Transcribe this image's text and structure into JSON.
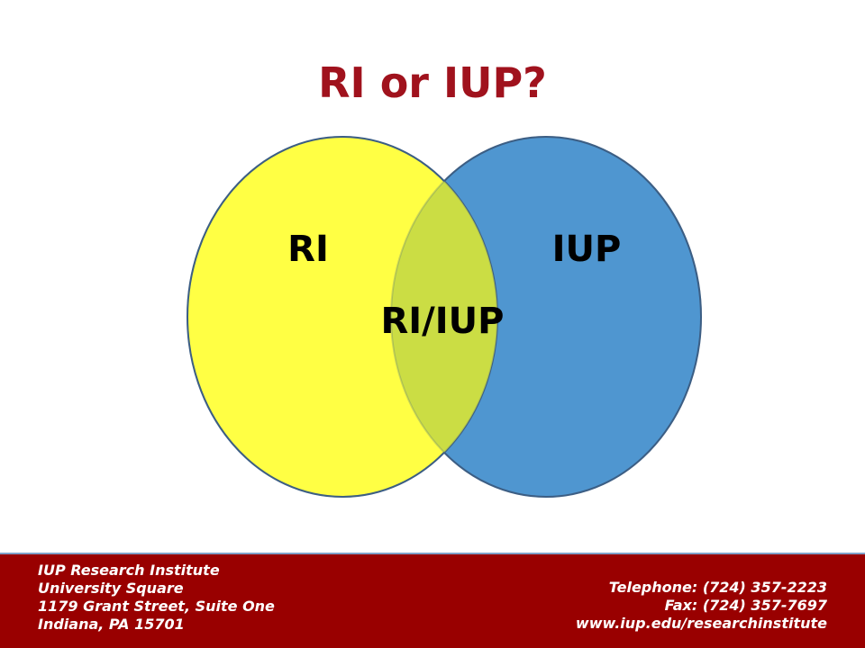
{
  "slide": {
    "title": "RI or IUP?"
  },
  "venn": {
    "left_label": "RI",
    "right_label": "IUP",
    "overlap_label": "RI/IUP",
    "colors": {
      "left_fill": "#ffff44",
      "right_fill": "#4f96d0",
      "overlap_fill": "#cbdd44",
      "outline": "#3d5e84"
    }
  },
  "footer": {
    "address_lines": [
      "IUP Research Institute",
      "University Square",
      "1179 Grant Street, Suite One",
      "Indiana, PA  15701"
    ],
    "contact_lines": [
      "Telephone:  (724) 357-2223",
      "Fax:  (724) 357-7697",
      "www.iup.edu/researchinstitute"
    ],
    "colors": {
      "background": "#990000",
      "text": "#ffffff"
    }
  }
}
